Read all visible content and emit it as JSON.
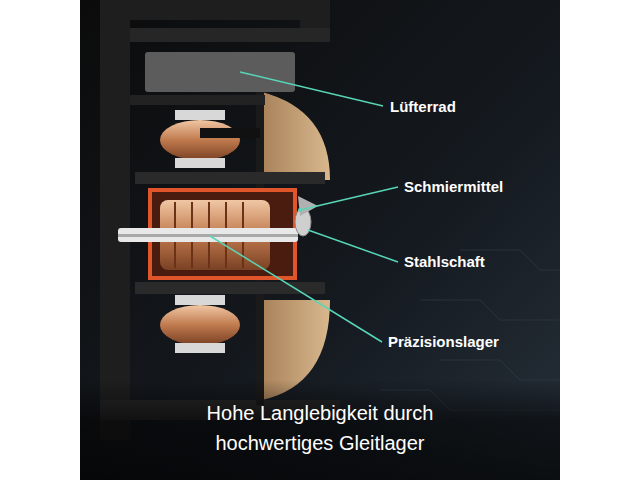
{
  "diagram": {
    "caption": "Hohe Langlebigkeit durch hochwertiges Gleitlager",
    "labels": [
      "Lüfterrad",
      "Schmiermittel",
      "Stahlschaft",
      "Präzisionslager"
    ]
  }
}
